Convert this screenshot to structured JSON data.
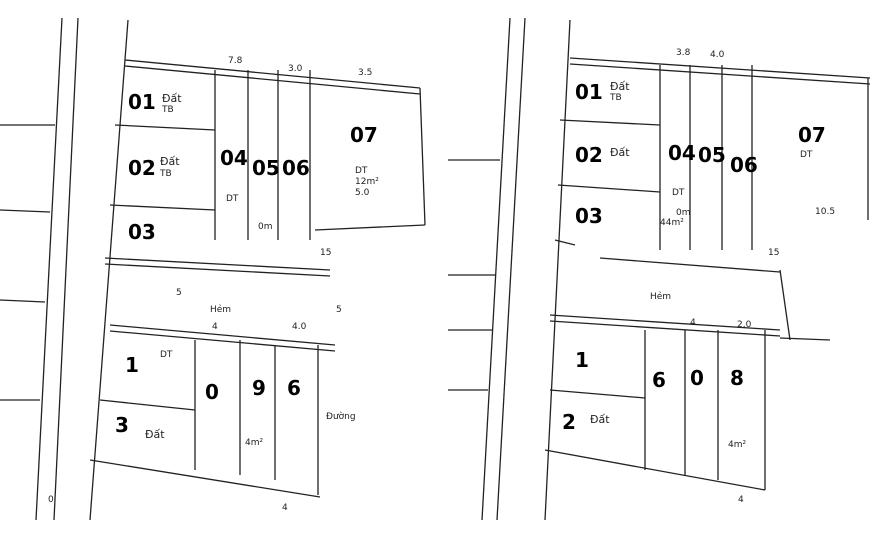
{
  "left_plan": {
    "lots": [
      {
        "number": "01",
        "note": "Đất",
        "sub": "TB"
      },
      {
        "number": "02",
        "note": "Đất",
        "sub": "TB"
      },
      {
        "number": "03"
      },
      {
        "number": "04"
      },
      {
        "number": "05"
      },
      {
        "number": "06"
      },
      {
        "number": "07",
        "note": "DT",
        "area": "12m²",
        "dim": "5.0"
      },
      {
        "number": "1",
        "note": "DT"
      },
      {
        "number": "3",
        "note": "Đất"
      },
      {
        "number": "0"
      },
      {
        "number": "9"
      },
      {
        "number": "6",
        "note": "Đường"
      }
    ],
    "dims": [
      "7.8",
      "3.0",
      "3.5",
      "4",
      "5",
      "4.0",
      "5",
      "4",
      "15",
      "0"
    ],
    "misc": [
      "DT",
      "0m",
      "4m²",
      "Hẻm"
    ]
  },
  "right_plan": {
    "lots": [
      {
        "number": "01",
        "note": "Đất",
        "sub": "TB"
      },
      {
        "number": "02",
        "note": "Đất"
      },
      {
        "number": "03"
      },
      {
        "number": "04"
      },
      {
        "number": "05"
      },
      {
        "number": "06"
      },
      {
        "number": "07",
        "note": "DT"
      },
      {
        "number": "1"
      },
      {
        "number": "2",
        "note": "Đất"
      },
      {
        "number": "6"
      },
      {
        "number": "0"
      },
      {
        "number": "8"
      }
    ],
    "dims": [
      "3.8",
      "4.0",
      "10.5",
      "2.0",
      "4",
      "15",
      "4"
    ],
    "misc": [
      "DT",
      "0m",
      "44m²",
      "4m²",
      "Hẻm"
    ]
  }
}
